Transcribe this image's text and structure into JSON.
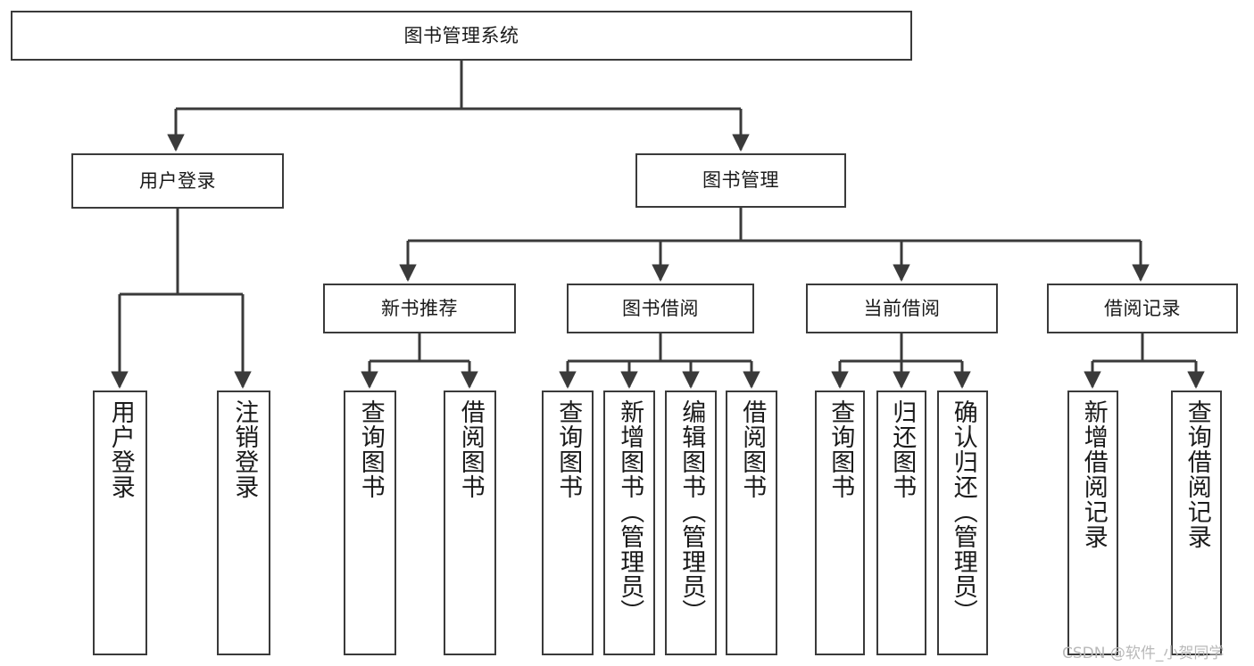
{
  "diagram": {
    "title": "图书管理系统",
    "type": "tree-hierarchy-chart",
    "colors": {
      "box_border": "#3a3a3a",
      "box_fill": "#ffffff",
      "edge": "#3a3a3a",
      "text": "#1a1a1a",
      "watermark": "#b9b9b9",
      "background": "#ffffff"
    },
    "nodes": {
      "root": {
        "label": "图书管理系统"
      },
      "level1": [
        {
          "label": "用户登录"
        },
        {
          "label": "图书管理"
        }
      ],
      "level2": [
        {
          "label": "新书推荐"
        },
        {
          "label": "图书借阅"
        },
        {
          "label": "当前借阅"
        },
        {
          "label": "借阅记录"
        }
      ],
      "leaves_user_login": [
        {
          "label": "用户登录"
        },
        {
          "label": "注销登录"
        }
      ],
      "leaves_new_book": [
        {
          "label": "查询图书"
        },
        {
          "label": "借阅图书"
        }
      ],
      "leaves_borrow": [
        {
          "label": "查询图书"
        },
        {
          "label": "新增图书（管理员）"
        },
        {
          "label": "编辑图书（管理员）"
        },
        {
          "label": "借阅图书"
        }
      ],
      "leaves_current": [
        {
          "label": "查询图书"
        },
        {
          "label": "归还图书"
        },
        {
          "label": "确认归还（管理员）"
        }
      ],
      "leaves_records": [
        {
          "label": "新增借阅记录"
        },
        {
          "label": "查询借阅记录"
        }
      ]
    },
    "watermark": "CSDN @软件_小贺同学"
  }
}
